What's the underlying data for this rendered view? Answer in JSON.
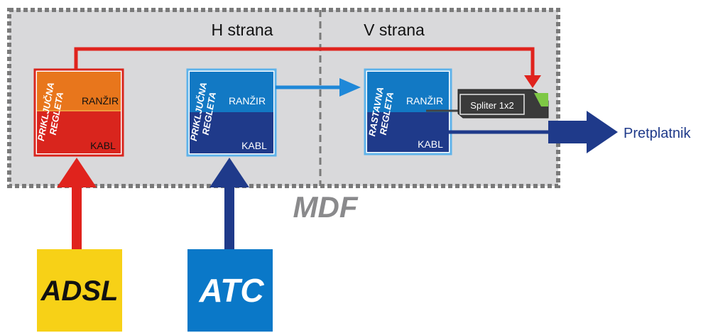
{
  "mdf": {
    "label": "MDF",
    "h_side_label": "H strana",
    "v_side_label": "V strana"
  },
  "blocks": {
    "adsl_terminal": {
      "vertical_label": [
        "PRIKLJUČNA",
        "REGLETA"
      ],
      "top_label": "RANŽIR",
      "bottom_label": "KABL",
      "top_color": "#e8761c",
      "bottom_color": "#d9251d"
    },
    "atc_terminal": {
      "vertical_label": [
        "PRIKLJUČNA",
        "REGLETA"
      ],
      "top_label": "RANŽIR",
      "bottom_label": "KABL",
      "top_color": "#1279c4",
      "bottom_color": "#1f3a8a"
    },
    "distribution": {
      "vertical_label": [
        "RASTAVNA",
        "REGLETA"
      ],
      "top_label": "RANŽIR",
      "bottom_label": "KABL",
      "top_color": "#1279c4",
      "bottom_color": "#1f3a8a"
    }
  },
  "splitter": {
    "label": "Spliter 1x2"
  },
  "sources": {
    "adsl": {
      "label": "ADSL",
      "color": "#f7d117"
    },
    "atc": {
      "label": "ATC",
      "color": "#0a78c8"
    }
  },
  "subscriber": {
    "label": "Pretplatnik"
  },
  "colors": {
    "red_line": "#e0231d",
    "dark_blue_line": "#1f3a8a",
    "light_blue_line": "#1f88d8",
    "mdf_bg": "#d9d9db",
    "dash": "#7a7a7a"
  }
}
